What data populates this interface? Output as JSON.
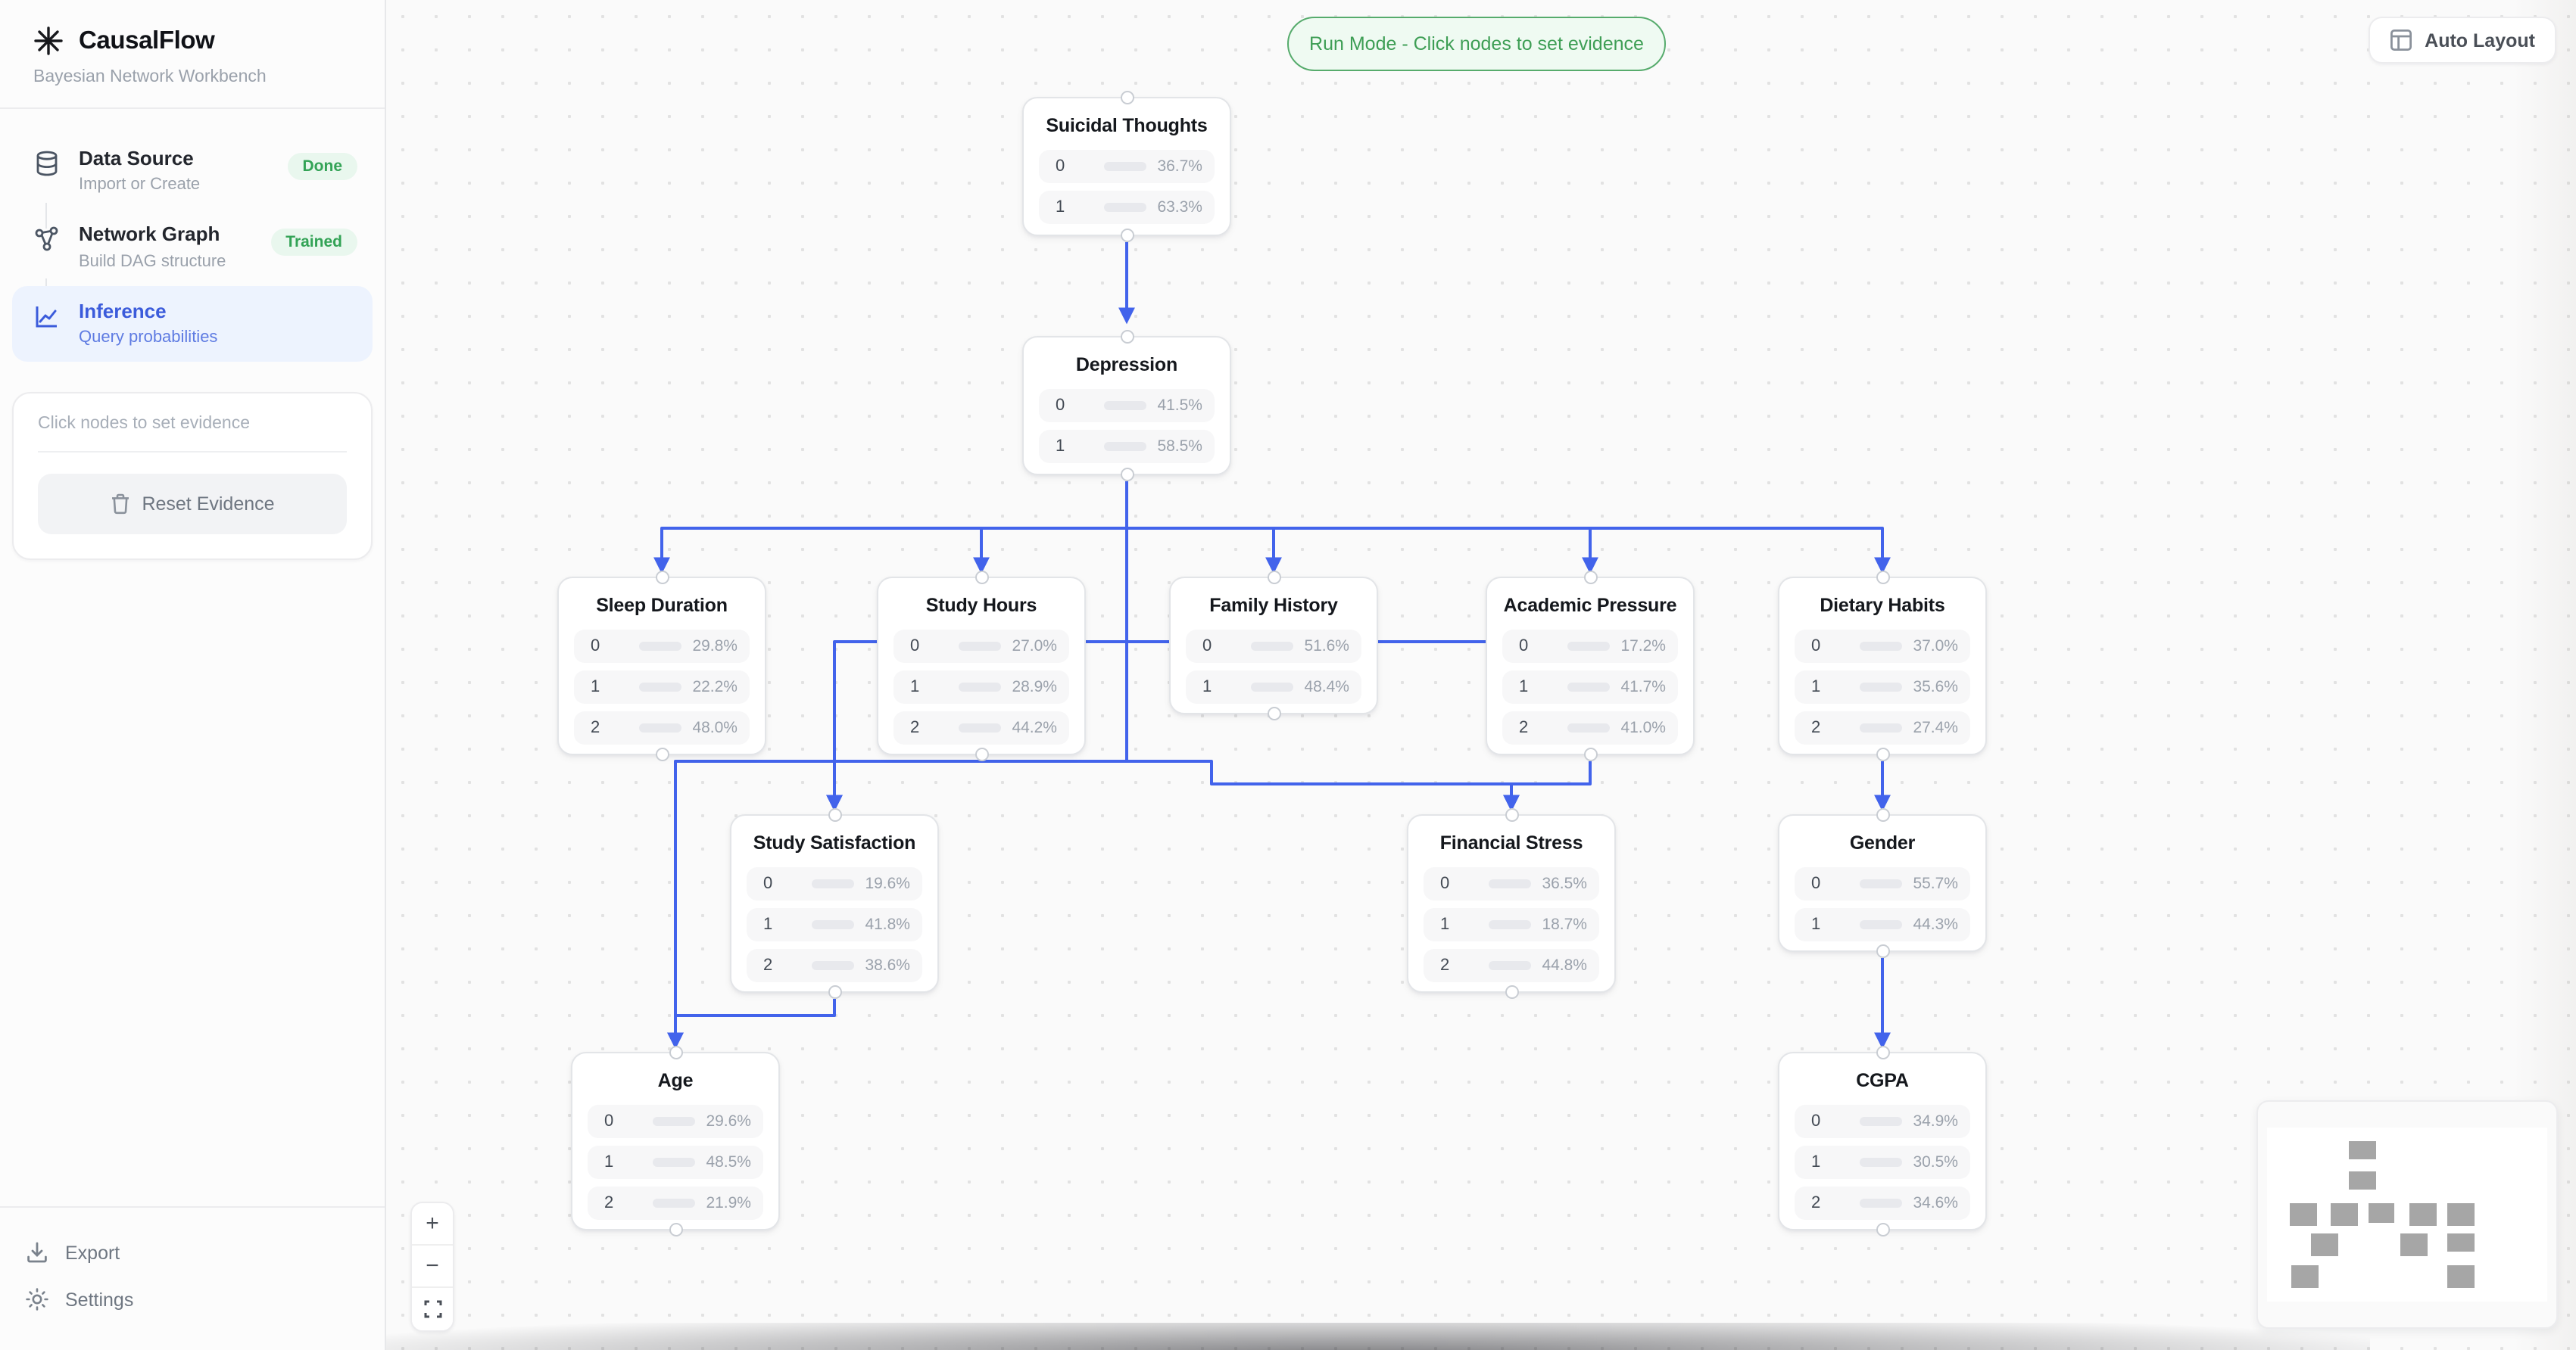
{
  "app": {
    "name": "CausalFlow",
    "tagline": "Bayesian Network Workbench"
  },
  "colors": {
    "accent": "#4263eb",
    "green": "#3e9e55",
    "active_blue": "#3b5bdb"
  },
  "sidebar": {
    "steps": [
      {
        "title": "Data Source",
        "subtitle": "Import or Create",
        "badge": "Done",
        "icon": "database-icon"
      },
      {
        "title": "Network Graph",
        "subtitle": "Build DAG structure",
        "badge": "Trained",
        "icon": "network-icon"
      },
      {
        "title": "Inference",
        "subtitle": "Query probabilities",
        "badge": "",
        "icon": "line-chart-icon"
      }
    ],
    "evidence_panel": {
      "hint": "Click nodes to set evidence",
      "reset_label": "Reset Evidence"
    },
    "footer": [
      {
        "label": "Export",
        "icon": "download-icon"
      },
      {
        "label": "Settings",
        "icon": "sun-icon"
      }
    ]
  },
  "toolbar": {
    "run_mode_label": "Run Mode - Click nodes to set evidence",
    "auto_layout_label": "Auto Layout"
  },
  "canvas_controls": {
    "zoom_in": "+",
    "zoom_out": "−",
    "fit_view": "fit-view-icon"
  },
  "graph": {
    "nodes": [
      {
        "id": "suicidal_thoughts",
        "title": "Suicidal Thoughts",
        "states": [
          {
            "label": "0",
            "pct": "36.7%",
            "value": 36.7
          },
          {
            "label": "1",
            "pct": "63.3%",
            "value": 63.3
          }
        ]
      },
      {
        "id": "depression",
        "title": "Depression",
        "states": [
          {
            "label": "0",
            "pct": "41.5%",
            "value": 41.5
          },
          {
            "label": "1",
            "pct": "58.5%",
            "value": 58.5
          }
        ]
      },
      {
        "id": "sleep_duration",
        "title": "Sleep Duration",
        "states": [
          {
            "label": "0",
            "pct": "29.8%",
            "value": 29.8
          },
          {
            "label": "1",
            "pct": "22.2%",
            "value": 22.2
          },
          {
            "label": "2",
            "pct": "48.0%",
            "value": 48.0
          }
        ]
      },
      {
        "id": "study_hours",
        "title": "Study Hours",
        "states": [
          {
            "label": "0",
            "pct": "27.0%",
            "value": 27.0
          },
          {
            "label": "1",
            "pct": "28.9%",
            "value": 28.9
          },
          {
            "label": "2",
            "pct": "44.2%",
            "value": 44.2
          }
        ]
      },
      {
        "id": "family_history",
        "title": "Family History",
        "states": [
          {
            "label": "0",
            "pct": "51.6%",
            "value": 51.6
          },
          {
            "label": "1",
            "pct": "48.4%",
            "value": 48.4
          }
        ]
      },
      {
        "id": "academic_pressure",
        "title": "Academic Pressure",
        "states": [
          {
            "label": "0",
            "pct": "17.2%",
            "value": 17.2
          },
          {
            "label": "1",
            "pct": "41.7%",
            "value": 41.7
          },
          {
            "label": "2",
            "pct": "41.0%",
            "value": 41.0
          }
        ]
      },
      {
        "id": "dietary_habits",
        "title": "Dietary Habits",
        "states": [
          {
            "label": "0",
            "pct": "37.0%",
            "value": 37.0
          },
          {
            "label": "1",
            "pct": "35.6%",
            "value": 35.6
          },
          {
            "label": "2",
            "pct": "27.4%",
            "value": 27.4
          }
        ]
      },
      {
        "id": "study_satisfaction",
        "title": "Study Satisfaction",
        "states": [
          {
            "label": "0",
            "pct": "19.6%",
            "value": 19.6
          },
          {
            "label": "1",
            "pct": "41.8%",
            "value": 41.8
          },
          {
            "label": "2",
            "pct": "38.6%",
            "value": 38.6
          }
        ]
      },
      {
        "id": "financial_stress",
        "title": "Financial Stress",
        "states": [
          {
            "label": "0",
            "pct": "36.5%",
            "value": 36.5
          },
          {
            "label": "1",
            "pct": "18.7%",
            "value": 18.7
          },
          {
            "label": "2",
            "pct": "44.8%",
            "value": 44.8
          }
        ]
      },
      {
        "id": "gender",
        "title": "Gender",
        "states": [
          {
            "label": "0",
            "pct": "55.7%",
            "value": 55.7
          },
          {
            "label": "1",
            "pct": "44.3%",
            "value": 44.3
          }
        ]
      },
      {
        "id": "age",
        "title": "Age",
        "states": [
          {
            "label": "0",
            "pct": "29.6%",
            "value": 29.6
          },
          {
            "label": "1",
            "pct": "48.5%",
            "value": 48.5
          },
          {
            "label": "2",
            "pct": "21.9%",
            "value": 21.9
          }
        ]
      },
      {
        "id": "cgpa",
        "title": "CGPA",
        "states": [
          {
            "label": "0",
            "pct": "34.9%",
            "value": 34.9
          },
          {
            "label": "1",
            "pct": "30.5%",
            "value": 30.5
          },
          {
            "label": "2",
            "pct": "34.6%",
            "value": 34.6
          }
        ]
      }
    ],
    "edges": [
      {
        "from": "suicidal_thoughts",
        "to": "depression"
      },
      {
        "from": "depression",
        "to": "sleep_duration"
      },
      {
        "from": "depression",
        "to": "study_hours"
      },
      {
        "from": "depression",
        "to": "family_history"
      },
      {
        "from": "depression",
        "to": "academic_pressure"
      },
      {
        "from": "depression",
        "to": "dietary_habits"
      },
      {
        "from": "depression",
        "to": "study_satisfaction"
      },
      {
        "from": "depression",
        "to": "age"
      },
      {
        "from": "depression",
        "to": "financial_stress"
      },
      {
        "from": "academic_pressure",
        "to": "study_satisfaction"
      },
      {
        "from": "academic_pressure",
        "to": "financial_stress"
      },
      {
        "from": "study_satisfaction",
        "to": "age"
      },
      {
        "from": "dietary_habits",
        "to": "gender"
      },
      {
        "from": "gender",
        "to": "cgpa"
      }
    ]
  }
}
